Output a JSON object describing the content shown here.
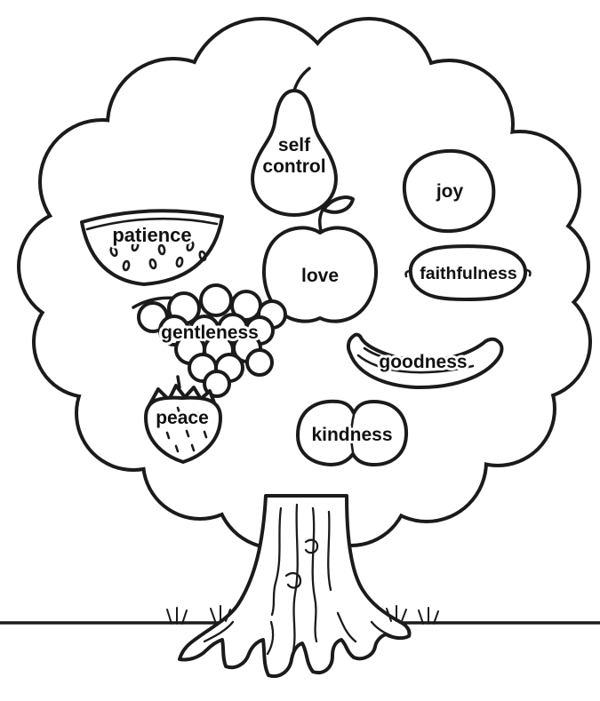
{
  "illustration": {
    "kind": "fruit-of-the-spirit-tree-coloring-page",
    "background_color": "#ffffff",
    "line_color": "#1b1b1b",
    "text_color": "#111111"
  },
  "labels": {
    "self_control_line1": "self",
    "self_control_line2": "control",
    "joy": "joy",
    "patience": "patience",
    "love": "love",
    "faithfulness": "faithfulness",
    "gentleness": "gentleness",
    "goodness": "goodness",
    "peace": "peace",
    "kindness": "kindness"
  },
  "fruits": [
    {
      "fruit": "pear",
      "label": "self control"
    },
    {
      "fruit": "orange",
      "label": "joy"
    },
    {
      "fruit": "watermelon-slice",
      "label": "patience"
    },
    {
      "fruit": "apple",
      "label": "love"
    },
    {
      "fruit": "lemon",
      "label": "faithfulness"
    },
    {
      "fruit": "grapes",
      "label": "gentleness"
    },
    {
      "fruit": "banana",
      "label": "goodness"
    },
    {
      "fruit": "strawberry",
      "label": "peace"
    },
    {
      "fruit": "peach",
      "label": "kindness"
    }
  ]
}
